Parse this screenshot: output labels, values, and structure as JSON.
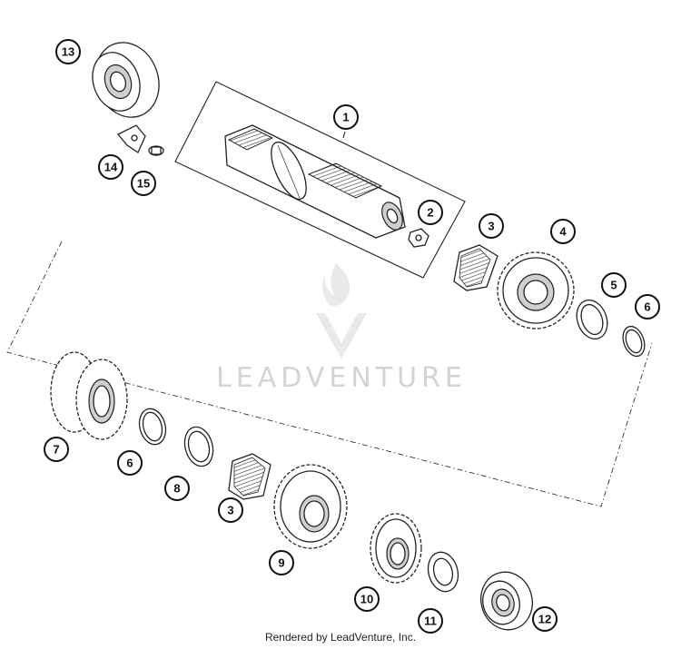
{
  "watermark": {
    "text": "LEADVENTURE"
  },
  "footer": {
    "text": "Rendered by LeadVenture, Inc."
  },
  "callouts": [
    {
      "id": "c13",
      "label": "13"
    },
    {
      "id": "c14",
      "label": "14"
    },
    {
      "id": "c15",
      "label": "15"
    },
    {
      "id": "c1",
      "label": "1"
    },
    {
      "id": "c2",
      "label": "2"
    },
    {
      "id": "c3a",
      "label": "3"
    },
    {
      "id": "c4",
      "label": "4"
    },
    {
      "id": "c5",
      "label": "5"
    },
    {
      "id": "c6a",
      "label": "6"
    },
    {
      "id": "c7",
      "label": "7"
    },
    {
      "id": "c6b",
      "label": "6"
    },
    {
      "id": "c8",
      "label": "8"
    },
    {
      "id": "c3b",
      "label": "3"
    },
    {
      "id": "c9",
      "label": "9"
    },
    {
      "id": "c10",
      "label": "10"
    },
    {
      "id": "c11",
      "label": "11"
    },
    {
      "id": "c12",
      "label": "12"
    }
  ]
}
